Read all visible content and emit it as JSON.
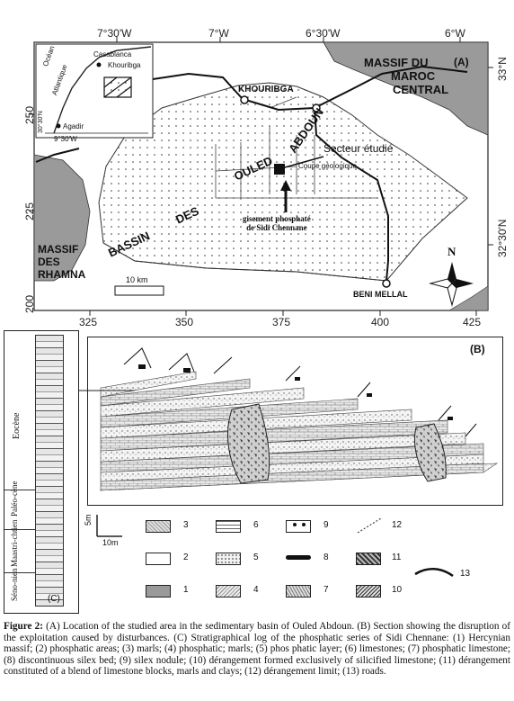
{
  "map": {
    "panel_label": "(A)",
    "top_coords": [
      "7°30'W",
      "7°W",
      "6°30'W",
      "6°W"
    ],
    "right_coords": [
      "33°N",
      "32°30'N"
    ],
    "left_coords": [
      "250",
      "225",
      "200"
    ],
    "bottom_coords": [
      "325",
      "350",
      "375",
      "400",
      "425"
    ],
    "massif_maroc": [
      "MASSIF DU",
      "MAROC",
      "CENTRAL"
    ],
    "massif_rhamna": [
      "MASSIF",
      "DES",
      "RHAMNA"
    ],
    "khouribga": "KHOURIBGA",
    "ouled": "OULED",
    "abdoun": "ABDOUN",
    "bassin": "BASSIN",
    "des": "DES",
    "secteur": "Secteur étudié",
    "coupe": "Coupe géologique",
    "gisement": [
      "gisement phosphaté",
      "de Sidi Chennane"
    ],
    "beni_mellal": "BENI MELLAL",
    "scale": "10 km",
    "north": "N",
    "inset": {
      "ocean": [
        "Océan",
        "Atlantique"
      ],
      "casablanca": "Casablanca",
      "khouribga": "Khouribga",
      "agadir": "Agadir",
      "lat": "30°30'N",
      "lon": "9°30'W"
    }
  },
  "section": {
    "panel_label": "(B)"
  },
  "log": {
    "panel_label": "(C)",
    "stages": [
      "Eocène",
      "Paléo-cène",
      "Maastri-chtien",
      "Séno-nien"
    ],
    "scale_v": "5m",
    "scale_h": "10m"
  },
  "legend": {
    "numbers": [
      "3",
      "2",
      "1",
      "6",
      "5",
      "4",
      "9",
      "8",
      "7",
      "12",
      "11",
      "10",
      "13"
    ]
  },
  "caption": {
    "label": "Figure 2:",
    "text": " (A) Location of the studied area in the sedimentary basin of Ouled Abdoun. (B) Section showing the disruption of the exploitation caused by disturbances. (C) Stratigraphical log of the phosphatic series of Sidi Chennane: (1) Hercynian massif; (2) phosphatic areas; (3) marls; (4) phosphatic; marls; (5) phos phatic layer; (6) limestones; (7) phosphatic limestone; (8) discontinuous silex bed; (9) silex nodule; (10) dérangement formed exclusively of silicified limestone; (11) dérangement constituted of a blend of limestone blocks, marls and clays; (12) dérangement limit; (13) roads."
  }
}
